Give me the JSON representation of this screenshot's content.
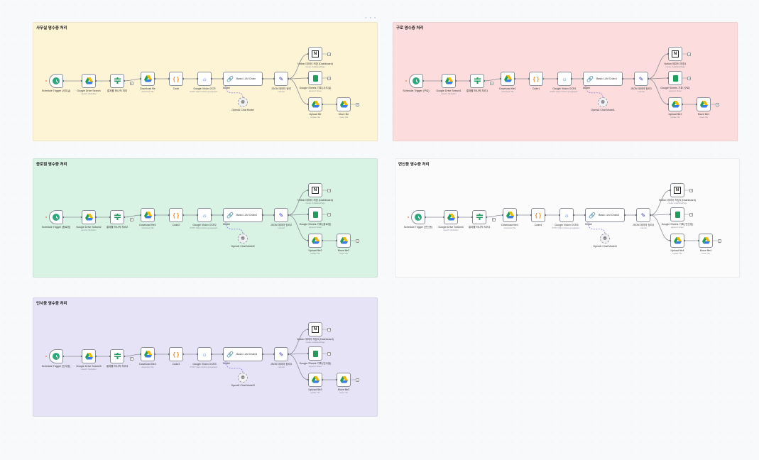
{
  "canvas": {
    "top_dots": "◦ ◦ ◦"
  },
  "sticky_colors": {
    "yellow": "#fdf3d5",
    "red": "#fcdcdc",
    "green": "#d8f2e4",
    "white": "#fbfbfc",
    "purple": "#e6e3f6"
  },
  "groups": [
    {
      "title": "사무실 영수증 처리",
      "nodes": {
        "trigger": "Schedule Trigger (사무실)",
        "trigger_sub": "",
        "drive_search": "Google Drive Search",
        "drive_search_sub": "search: file/folder",
        "split": "결과를 하나씩 처리",
        "split_sub": "",
        "download": "Download file",
        "download_sub": "download: file",
        "code": "Code",
        "code_sub": "",
        "vision": "Google Vision OCR",
        "vision_sub": "POST: https://vision.googleapis...",
        "chain": "Basic LLM Chain",
        "chain_sub": "",
        "model": "OpenAI Chat Model",
        "model_sub": "",
        "set": "JSON 데이터 정리",
        "set_sub": "manual",
        "notion": "Notion 데이터 저장 (Dashboard)",
        "notion_sub": "create: databasePage",
        "sheets": "Google Sheets 기록 (사무실)",
        "sheets_sub": "append: sheet",
        "upload": "Upload file",
        "upload_sub": "update: file",
        "move": "Move file",
        "move_sub": "move: file",
        "model_edge": "Model"
      }
    },
    {
      "title": "구로 영수증 처리",
      "nodes": {
        "trigger": "Schedule Trigger (구로)",
        "trigger_sub": "",
        "drive_search": "Google Drive Search1",
        "drive_search_sub": "search: file/folder",
        "split": "결과를 하나씩 처리1",
        "split_sub": "",
        "download": "Download file1",
        "download_sub": "download: file",
        "code": "Code1",
        "code_sub": "",
        "vision": "Google Vision OCR1",
        "vision_sub": "POST: https://vision.googleapis...",
        "chain": "Basic LLM Chain1",
        "chain_sub": "",
        "model": "OpenAI Chat Model1",
        "model_sub": "",
        "set": "JSON 데이터 정리1",
        "set_sub": "manual",
        "notion": "Notion 데이터 저장1",
        "notion_sub": "create: databasePage",
        "sheets": "Google Sheets 기록 (구로)",
        "sheets_sub": "append: sheet",
        "upload": "Upload file1",
        "upload_sub": "update: file",
        "move": "Move file1",
        "move_sub": "move: file",
        "model_edge": "Model"
      }
    },
    {
      "title": "종로점 영수증 처리",
      "nodes": {
        "trigger": "Schedule Trigger (종로점)",
        "trigger_sub": "",
        "drive_search": "Google Drive Search2",
        "drive_search_sub": "search: file/folder",
        "split": "결과를 하나씩 처리2",
        "split_sub": "",
        "download": "Download file2",
        "download_sub": "download: file",
        "code": "Code2",
        "code_sub": "",
        "vision": "Google Vision OCR2",
        "vision_sub": "POST: https://vision.googleapis...",
        "chain": "Basic LLM Chain2",
        "chain_sub": "",
        "model": "OpenAI Chat Model2",
        "model_sub": "",
        "set": "JSON 데이터 정리2",
        "set_sub": "manual",
        "notion": "Notion 데이터 저장 (Dashboard)",
        "notion_sub": "create: databasePage",
        "sheets": "Google Sheets 기록 (종로점)",
        "sheets_sub": "append: sheet",
        "upload": "Upload file2",
        "upload_sub": "update: file",
        "move": "Move file2",
        "move_sub": "move: file",
        "model_edge": "Model"
      }
    },
    {
      "title": "연신동 영수증 처리",
      "nodes": {
        "trigger": "Schedule Trigger (연신동)",
        "trigger_sub": "",
        "drive_search": "Google Drive Search4",
        "drive_search_sub": "search: file/folder",
        "split": "결과를 하나씩 처리4",
        "split_sub": "",
        "download": "Download file4",
        "download_sub": "download: file",
        "code": "Code4",
        "code_sub": "",
        "vision": "Google Vision OCR4",
        "vision_sub": "POST: https://vision.googleapis...",
        "chain": "Basic LLM Chain4",
        "chain_sub": "",
        "model": "OpenAI Chat Model4",
        "model_sub": "",
        "set": "JSON 데이터 정리4",
        "set_sub": "manual",
        "notion": "Notion 데이터 저장4 (Dashboard)",
        "notion_sub": "create: databasePage",
        "sheets": "Google Sheets 기록 (연신동)",
        "sheets_sub": "append: sheet",
        "upload": "Upload file4",
        "upload_sub": "update: file",
        "move": "Move file4",
        "move_sub": "move: file",
        "model_edge": "Model"
      }
    },
    {
      "title": "인사동 영수증 처리",
      "nodes": {
        "trigger": "Schedule Trigger (인사동)",
        "trigger_sub": "",
        "drive_search": "Google Drive Search3",
        "drive_search_sub": "search: file/folder",
        "split": "결과를 하나씩 처리3",
        "split_sub": "",
        "download": "Download file3",
        "download_sub": "download: file",
        "code": "Code3",
        "code_sub": "",
        "vision": "Google Vision OCR3",
        "vision_sub": "POST: https://vision.googleapis...",
        "chain": "Basic LLM Chain3",
        "chain_sub": "",
        "model": "OpenAI Chat Model3",
        "model_sub": "",
        "set": "JSON 데이터 정리3",
        "set_sub": "manual",
        "notion": "Notion 데이터 저장3 (Dashboard)",
        "notion_sub": "create: databasePage",
        "sheets": "Google Sheets 기록 (인사동)",
        "sheets_sub": "append: sheet",
        "upload": "Upload file3",
        "upload_sub": "update: file",
        "move": "Move file3",
        "move_sub": "move: file",
        "model_edge": "Model"
      }
    }
  ]
}
